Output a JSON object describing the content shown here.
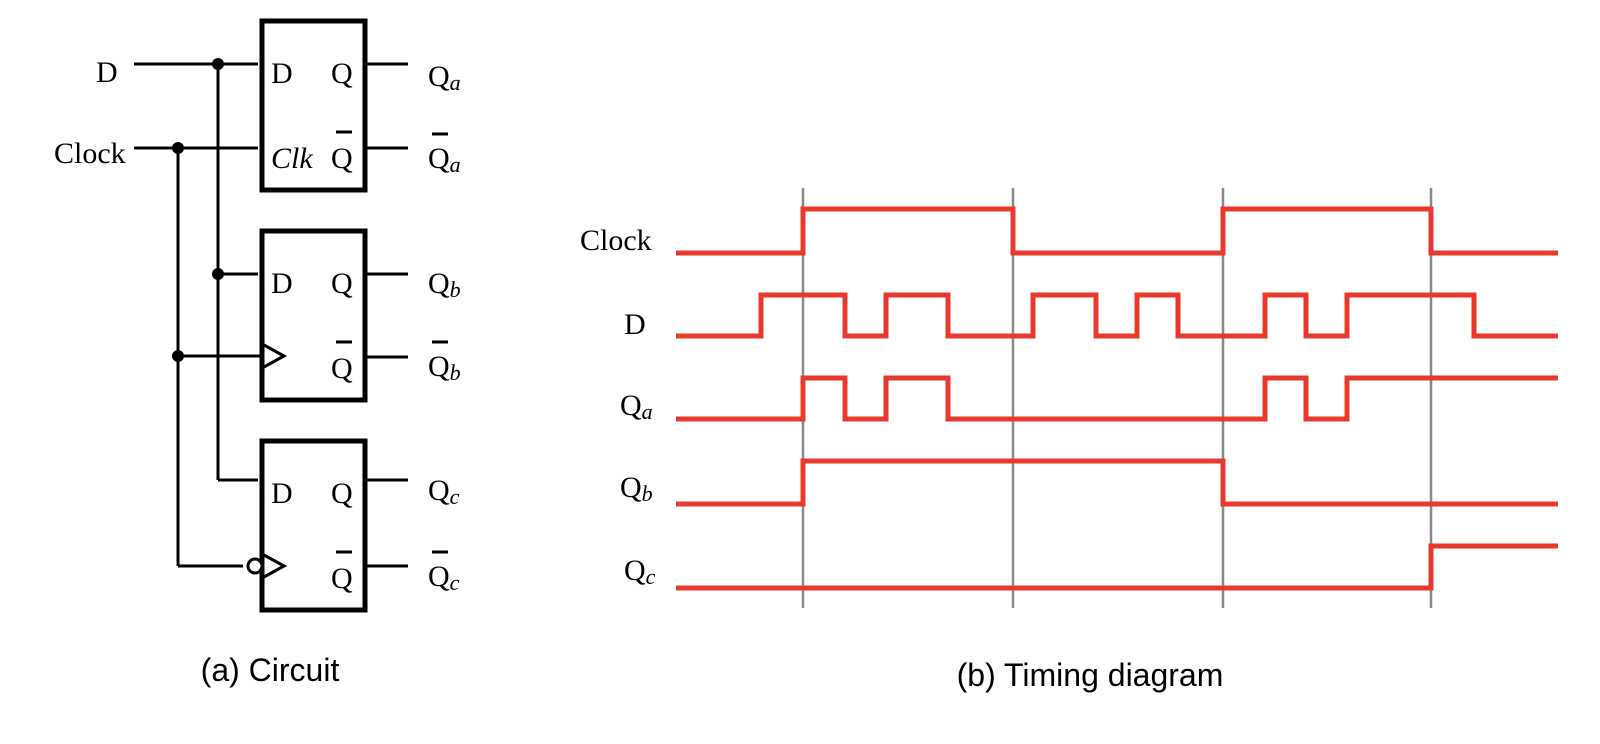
{
  "circuit": {
    "caption": "(a) Circuit",
    "inputs": {
      "d": "D",
      "clock": "Clock"
    },
    "pins": {
      "d": "D",
      "q": "Q",
      "qbar": "Q",
      "clk": "Clk"
    },
    "outputs": {
      "qa": {
        "base": "Q",
        "sub": "a"
      },
      "qa_bar": {
        "base": "Q",
        "sub": "a"
      },
      "qb": {
        "base": "Q",
        "sub": "b"
      },
      "qb_bar": {
        "base": "Q",
        "sub": "b"
      },
      "qc": {
        "base": "Q",
        "sub": "c"
      },
      "qc_bar": {
        "base": "Q",
        "sub": "c"
      }
    }
  },
  "timing": {
    "caption": "(b) Timing diagram",
    "signals": [
      {
        "id": "clock",
        "base": "Clock",
        "sub": ""
      },
      {
        "id": "d",
        "base": "D",
        "sub": ""
      },
      {
        "id": "qa",
        "base": "Q",
        "sub": "a"
      },
      {
        "id": "qb",
        "base": "Q",
        "sub": "b"
      },
      {
        "id": "qc",
        "base": "Q",
        "sub": "c"
      }
    ],
    "colors": {
      "wave": "#e8392c",
      "grid": "#888888"
    }
  }
}
